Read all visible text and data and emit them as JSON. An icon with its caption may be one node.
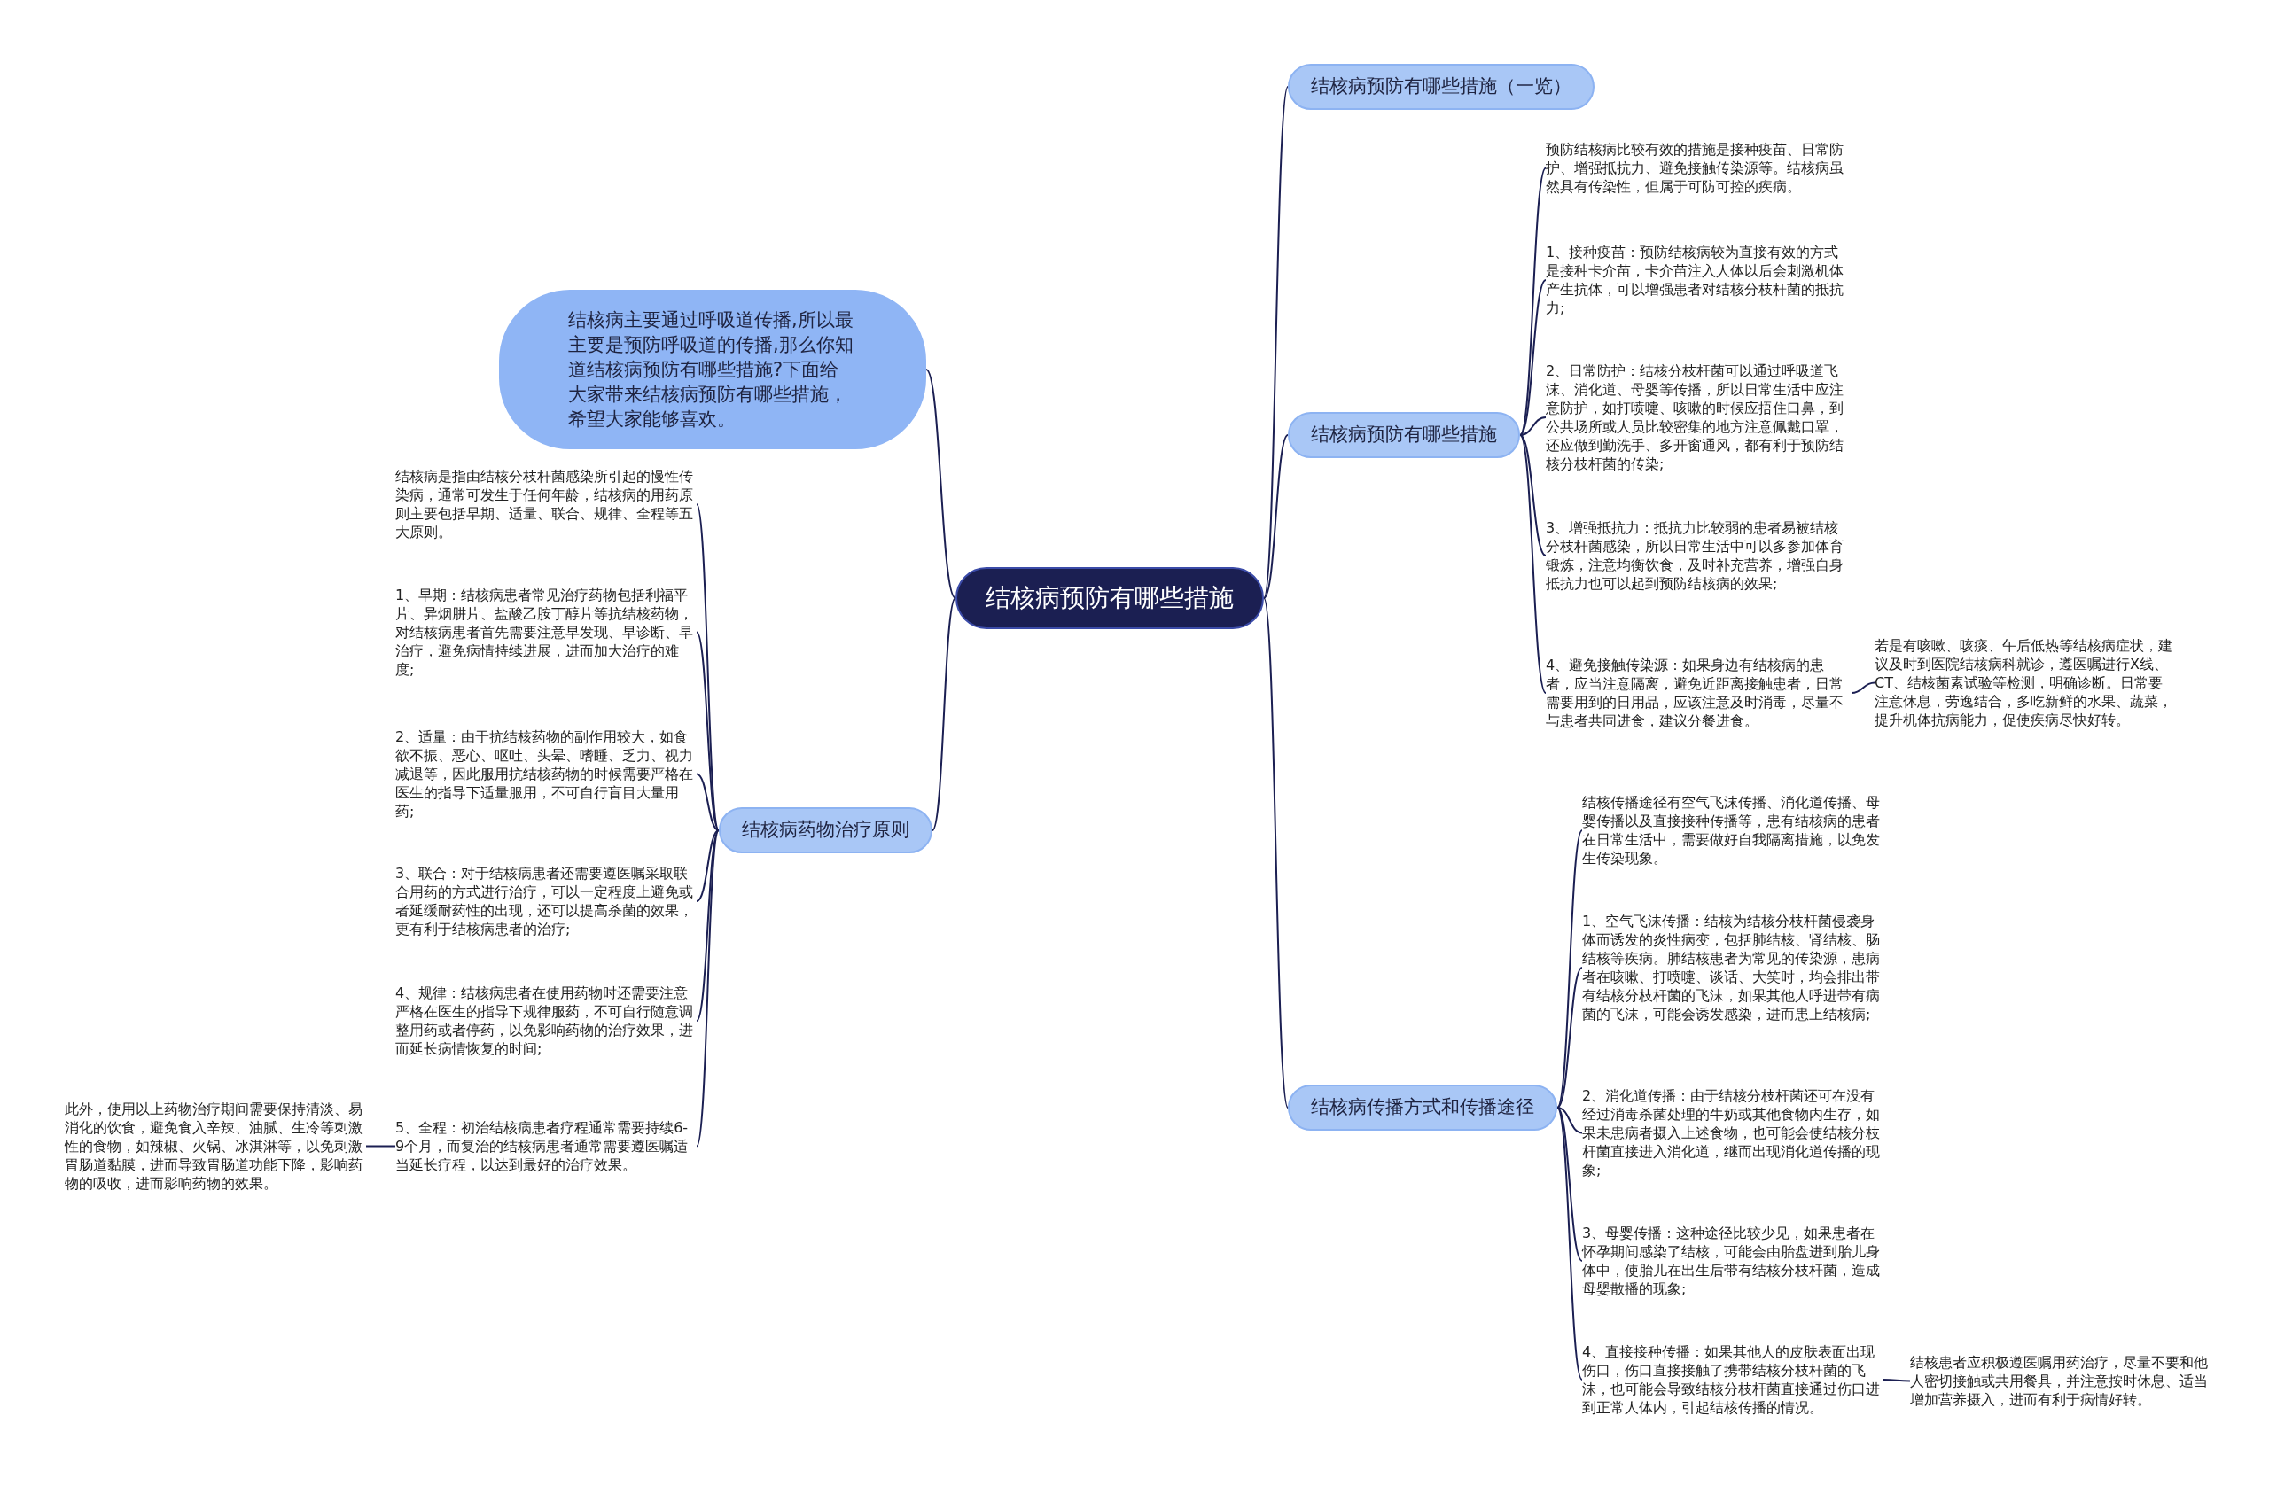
{
  "diagram": {
    "nodes": [
      {
        "text": [
          "结核病预防有哪些措施"
        ]
      },
      {
        "text": [
          "结核病预防有哪些措施（一览）"
        ]
      },
      {
        "text": [
          "结核病主要通过呼吸道传播,所以最主要是预防呼吸道的传播,那么你知道结核病预防有哪些措施?下面给大家带来结核病预防有哪些措施，希望大家能够喜欢。"
        ]
      },
      {
        "text": [
          "结核病预防有哪些措施"
        ]
      },
      {
        "text": [
          "预防结核病比较有效的措施是接种疫苗、日常防护、增强抵抗力、避免接触传染源等。结核病虽然具有传染性，但属于可防可控的疾病。"
        ]
      },
      {
        "text": [
          "1、接种疫苗：预防结核病较为直接有效的方式是接种卡介苗，卡介苗注入人体以后会刺激机体产生抗体，可以增强患者对结核分枝杆菌的抵抗力;"
        ]
      },
      {
        "text": [
          "2、日常防护：结核分枝杆菌可以通过呼吸道飞沫、消化道、母婴等传播，所以日常生活中应注意防护，如打喷嚏、咳嗽的时候应捂住口鼻，到公共场所或人员比较密集的地方注意佩戴口罩，还应做到勤洗手、多开窗通风，都有利于预防结核分枝杆菌的传染;"
        ]
      },
      {
        "text": [
          "3、增强抵抗力：抵抗力比较弱的患者易被结核分枝杆菌感染，所以日常生活中可以多参加体育锻炼，注意均衡饮食，及时补充营养，增强自身抵抗力也可以起到预防结核病的效果;"
        ]
      },
      {
        "text": [
          "4、避免接触传染源：如果身边有结核病的患者，应当注意隔离，避免近距离接触患者，日常需要用到的日用品，应该注意及时消毒，尽量不与患者共同进食，建议分餐进食。"
        ]
      },
      {
        "text": [
          "若是有咳嗽、咳痰、午后低热等结核病症状，建议及时到医院结核病科就诊，遵医嘱进行X线、CT、结核菌素试验等检测，明确诊断。日常要注意休息，劳逸结合，多吃新鲜的水果、蔬菜，提升机体抗病能力，促使疾病尽快好转。"
        ]
      },
      {
        "text": [
          "结核病药物治疗原则"
        ]
      },
      {
        "text": [
          "结核病是指由结核分枝杆菌感染所引起的慢性传染病，通常可发生于任何年龄，结核病的用药原则主要包括早期、适量、联合、规律、全程等五大原则。"
        ]
      },
      {
        "text": [
          "1、早期：结核病患者常见治疗药物包括利福平片、异烟肼片、盐酸乙胺丁醇片等抗结核药物，对结核病患者首先需要注意早发现、早诊断、早治疗，避免病情持续进展，进而加大治疗的难度;"
        ]
      },
      {
        "text": [
          "2、适量：由于抗结核药物的副作用较大，如食欲不振、恶心、呕吐、头晕、嗜睡、乏力、视力减退等，因此服用抗结核药物的时候需要严格在医生的指导下适量服用，不可自行盲目大量用药;"
        ]
      },
      {
        "text": [
          "3、联合：对于结核病患者还需要遵医嘱采取联合用药的方式进行治疗，可以一定程度上避免或者延缓耐药性的出现，还可以提高杀菌的效果，更有利于结核病患者的治疗;"
        ]
      },
      {
        "text": [
          "4、规律：结核病患者在使用药物时还需要注意严格在医生的指导下规律服药，不可自行随意调整用药或者停药，以免影响药物的治疗效果，进而延长病情恢复的时间;"
        ]
      },
      {
        "text": [
          "5、全程：初治结核病患者疗程通常需要持续6-9个月，而复治的结核病患者通常需要遵医嘱适当延长疗程，以达到最好的治疗效果。"
        ]
      },
      {
        "text": [
          "此外，使用以上药物治疗期间需要保持清淡、易消化的饮食，避免食入辛辣、油腻、生冷等刺激性的食物，如辣椒、火锅、冰淇淋等，以免刺激胃肠道黏膜，进而导致胃肠道功能下降，影响药物的吸收，进而影响药物的效果。"
        ]
      },
      {
        "text": [
          "结核病传播方式和传播途径"
        ]
      },
      {
        "text": [
          "结核传播途径有空气飞沫传播、消化道传播、母婴传播以及直接接种传播等，患有结核病的患者在日常生活中，需要做好自我隔离措施，以免发生传染现象。"
        ]
      },
      {
        "text": [
          "1、空气飞沫传播：结核为结核分枝杆菌侵袭身体而诱发的炎性病变，包括肺结核、肾结核、肠结核等疾病。肺结核患者为常见的传染源，患病者在咳嗽、打喷嚏、谈话、大笑时，均会排出带有结核分枝杆菌的飞沫，如果其他人呼进带有病菌的飞沫，可能会诱发感染，进而患上结核病;"
        ]
      },
      {
        "text": [
          "2、消化道传播：由于结核分枝杆菌还可在没有经过消毒杀菌处理的牛奶或其他食物内生存，如果未患病者摄入上述食物，也可能会使结核分枝杆菌直接进入消化道，继而出现消化道传播的现象;"
        ]
      },
      {
        "text": [
          "3、母婴传播：这种途径比较少见，如果患者在怀孕期间感染了结核，可能会由胎盘进到胎儿身体中，使胎儿在出生后带有结核分枝杆菌，造成母婴散播的现象;"
        ]
      },
      {
        "text": [
          "4、直接接种传播：如果其他人的皮肤表面出现伤口，伤口直接接触了携带结核分枝杆菌的飞沫，也可能会导致结核分枝杆菌直接通过伤口进到正常人体内，引起结核传播的情况。"
        ]
      },
      {
        "text": [
          "结核患者应积极遵医嘱用药治疗，尽量不要和他人密切接触或共用餐具，并注意按时休息、适当增加营养摄入，进而有利于病情好转。"
        ]
      }
    ],
    "edges": [
      {
        "from": 0,
        "to": 1,
        "arrow": "none"
      },
      {
        "from": 0,
        "to": 2,
        "arrow": "none"
      },
      {
        "from": 0,
        "to": 3,
        "arrow": "none"
      },
      {
        "from": 0,
        "to": 10,
        "arrow": "none"
      },
      {
        "from": 0,
        "to": 18,
        "arrow": "none"
      },
      {
        "from": 3,
        "to": 4,
        "arrow": "none"
      },
      {
        "from": 3,
        "to": 5,
        "arrow": "none"
      },
      {
        "from": 3,
        "to": 6,
        "arrow": "none"
      },
      {
        "from": 3,
        "to": 7,
        "arrow": "none"
      },
      {
        "from": 3,
        "to": 8,
        "arrow": "none"
      },
      {
        "from": 8,
        "to": 9,
        "arrow": "none"
      },
      {
        "from": 10,
        "to": 11,
        "arrow": "none"
      },
      {
        "from": 10,
        "to": 12,
        "arrow": "none"
      },
      {
        "from": 10,
        "to": 13,
        "arrow": "none"
      },
      {
        "from": 10,
        "to": 14,
        "arrow": "none"
      },
      {
        "from": 10,
        "to": 15,
        "arrow": "none"
      },
      {
        "from": 10,
        "to": 16,
        "arrow": "none"
      },
      {
        "from": 16,
        "to": 17,
        "arrow": "none"
      },
      {
        "from": 18,
        "to": 19,
        "arrow": "none"
      },
      {
        "from": 18,
        "to": 20,
        "arrow": "none"
      },
      {
        "from": 18,
        "to": 21,
        "arrow": "none"
      },
      {
        "from": 18,
        "to": 22,
        "arrow": "none"
      },
      {
        "from": 18,
        "to": 23,
        "arrow": "none"
      },
      {
        "from": 23,
        "to": 24,
        "arrow": "none"
      }
    ]
  }
}
